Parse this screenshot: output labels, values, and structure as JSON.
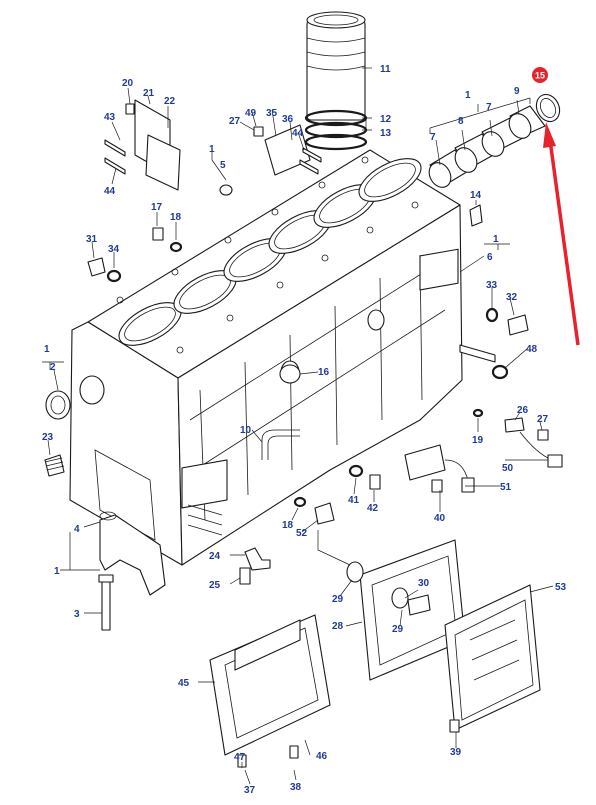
{
  "diagram": {
    "label_color": "#1f3a9a",
    "highlight_color": "#e8222a",
    "arrow_color": "#e8222a",
    "highlighted_label": "15",
    "labels": {
      "l11": "11",
      "l12": "12",
      "l13": "13",
      "l1a": "1",
      "l7": "7",
      "l8": "8",
      "l9": "9",
      "l20": "20",
      "l21": "21",
      "l22": "22",
      "l43": "43",
      "l44": "44",
      "l49": "49",
      "l35": "35",
      "l36": "36",
      "l27a": "27",
      "l44b": "44",
      "l1b": "1",
      "l5": "5",
      "l17": "17",
      "l18a": "18",
      "l14": "14",
      "l31": "31",
      "l34": "34",
      "l1c": "1",
      "l6": "6",
      "l33": "33",
      "l32": "32",
      "l48": "48",
      "l1d": "1",
      "l2": "2",
      "l16": "16",
      "l23": "23",
      "l10": "10",
      "l26": "26",
      "l27b": "27",
      "l19": "19",
      "l50": "50",
      "l51": "51",
      "l41": "41",
      "l42": "42",
      "l40": "40",
      "l4": "4",
      "l1e": "1",
      "l3": "3",
      "l18b": "18",
      "l52": "52",
      "l24": "24",
      "l25": "25",
      "l29a": "29",
      "l30": "30",
      "l29b": "29",
      "l28": "28",
      "l53": "53",
      "l45": "45",
      "l46": "46",
      "l47": "47",
      "l37": "37",
      "l38": "38",
      "l39": "39"
    }
  }
}
